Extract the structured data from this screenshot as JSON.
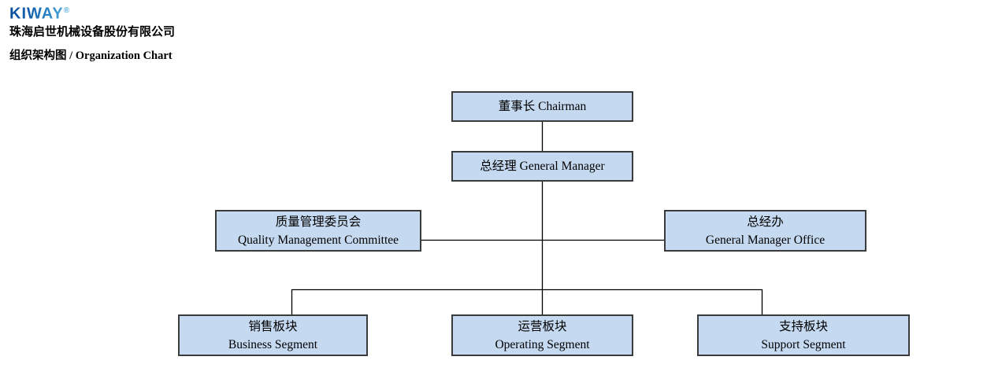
{
  "header": {
    "logo_text": "KIWAY",
    "logo_registered": "®",
    "company_name": "珠海启世机械设备股份有限公司",
    "chart_title": "组织架构图 / Organization Chart"
  },
  "org_chart": {
    "nodes": {
      "chairman": {
        "label": "董事长 Chairman"
      },
      "general_manager": {
        "label": "总经理 General Manager"
      },
      "qmc": {
        "line1": "质量管理委员会",
        "line2": "Quality Management Committee"
      },
      "gm_office": {
        "line1": "总经办",
        "line2": "General Manager Office"
      },
      "business": {
        "line1": "销售板块",
        "line2": "Business Segment"
      },
      "operating": {
        "line1": "运营板块",
        "line2": "Operating Segment"
      },
      "support": {
        "line1": "支持板块",
        "line2": "Support Segment"
      }
    },
    "edges": [
      {
        "from": "chairman",
        "to": "general_manager"
      },
      {
        "from": "general_manager",
        "to": "qmc"
      },
      {
        "from": "general_manager",
        "to": "gm_office"
      },
      {
        "from": "general_manager",
        "to": "business"
      },
      {
        "from": "general_manager",
        "to": "operating"
      },
      {
        "from": "general_manager",
        "to": "support"
      }
    ]
  },
  "colors": {
    "node_fill": "#c5d9f1",
    "node_border": "#3b3b3b",
    "connector": "#000000",
    "logo_blue_dark": "#0d4f9e",
    "logo_blue_light": "#5ab2e2",
    "text": "#000000",
    "background": "#ffffff"
  }
}
